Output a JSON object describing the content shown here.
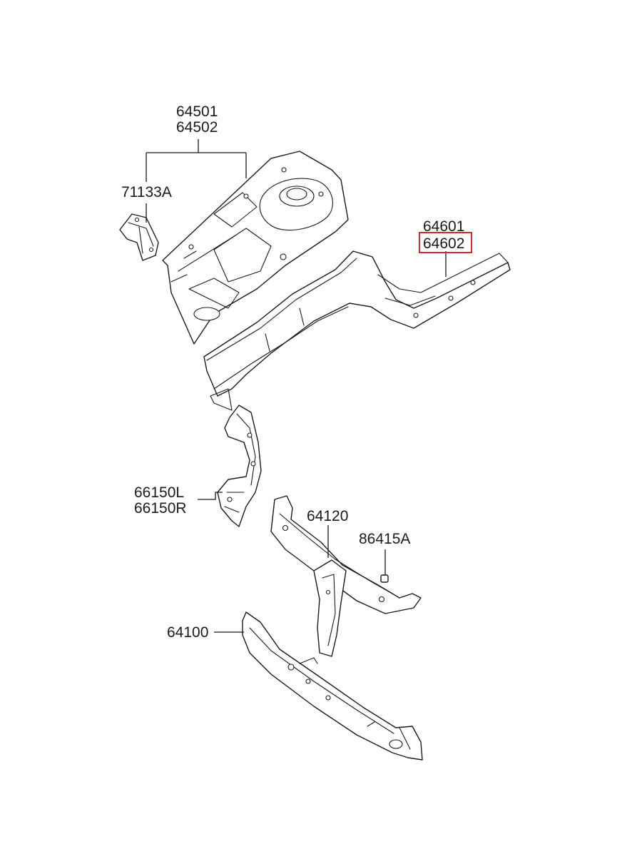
{
  "labels": {
    "l64501": "64501",
    "l64502": "64502",
    "l71133A": "71133A",
    "l64601": "64601",
    "l64602": "64602",
    "l66150L": "66150L",
    "l66150R": "66150R",
    "l64120": "64120",
    "l86415A": "86415A",
    "l64100": "64100"
  },
  "highlight": {
    "part_number": "64602",
    "color": "#e0262b"
  }
}
